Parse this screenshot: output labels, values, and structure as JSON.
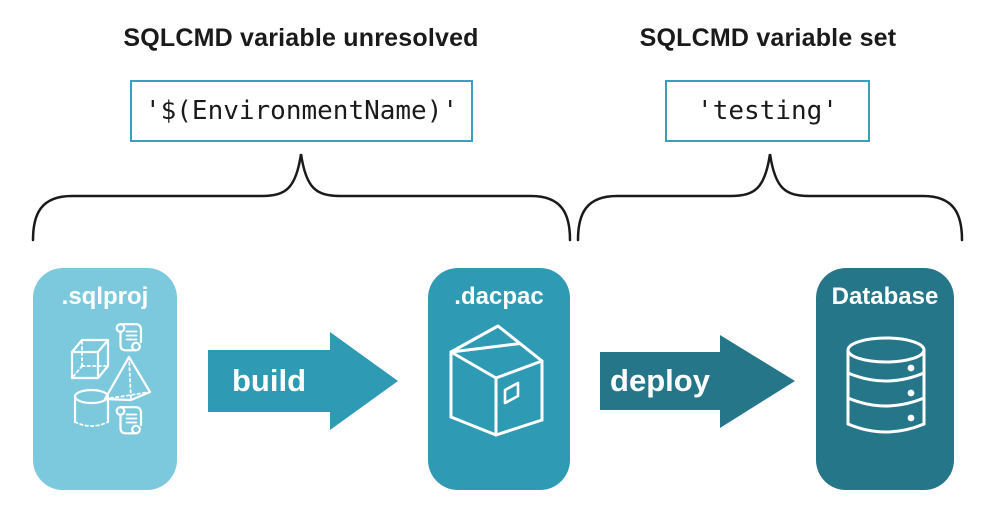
{
  "diagram": {
    "left_group": {
      "title": "SQLCMD variable unresolved",
      "code": "'$(EnvironmentName)'"
    },
    "right_group": {
      "title": "SQLCMD variable set",
      "code": "'testing'"
    },
    "nodes": {
      "sqlproj": {
        "label": ".sqlproj",
        "color": "#7cc9dd",
        "icon": "sql-project-objects-icon"
      },
      "dacpac": {
        "label": ".dacpac",
        "color": "#2f9ab4",
        "icon": "package-box-icon"
      },
      "database": {
        "label": "Database",
        "color": "#26768a",
        "icon": "database-cylinder-icon"
      }
    },
    "arrows": {
      "build": {
        "label": "build",
        "color": "#2f9ab4"
      },
      "deploy": {
        "label": "deploy",
        "color": "#26768a"
      }
    },
    "colors": {
      "background": "#ffffff",
      "text": "#1a1a1a",
      "code_box_border": "#3c9ebe",
      "brace_stroke": "#1a1a1a",
      "icon_stroke": "#ffffff"
    }
  }
}
